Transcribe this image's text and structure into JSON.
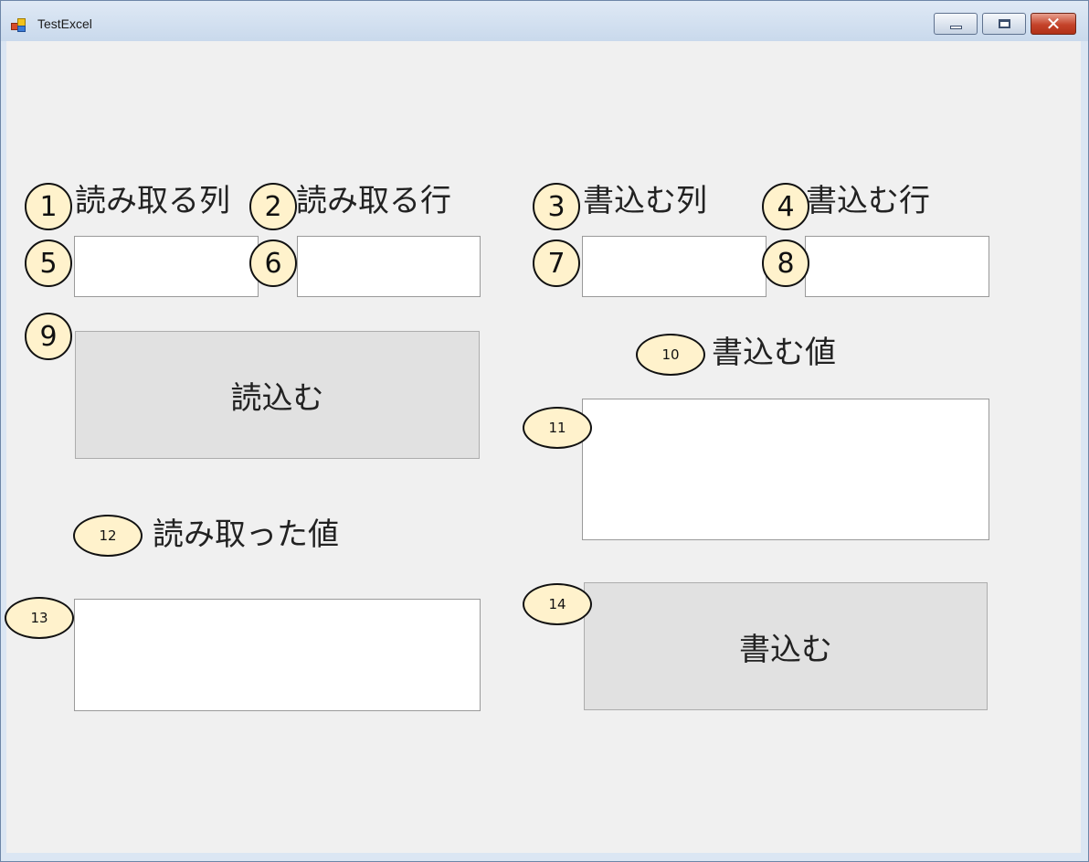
{
  "window": {
    "title": "TestExcel",
    "close_symbol": "✕"
  },
  "icons": {
    "app": "app-icon",
    "minimize": "minimize-icon",
    "maximize": "maximize-icon",
    "close": "close-icon"
  },
  "labels": {
    "read_column": "読み取る列",
    "read_row": "読み取る行",
    "write_column": "書込む列",
    "write_row": "書込む行",
    "write_value": "書込む値",
    "read_value": "読み取った値"
  },
  "inputs": {
    "read_column": "",
    "read_row": "",
    "write_column": "",
    "write_row": "",
    "write_value": "",
    "read_value": ""
  },
  "buttons": {
    "read": "読込む",
    "write": "書込む"
  },
  "markers": [
    "1",
    "2",
    "3",
    "4",
    "5",
    "6",
    "7",
    "8",
    "9",
    "10",
    "11",
    "12",
    "13",
    "14"
  ],
  "colors": {
    "marker_fill": "#fff2cc",
    "client_bg": "#f0f0f0",
    "button_bg": "#e1e1e1"
  }
}
